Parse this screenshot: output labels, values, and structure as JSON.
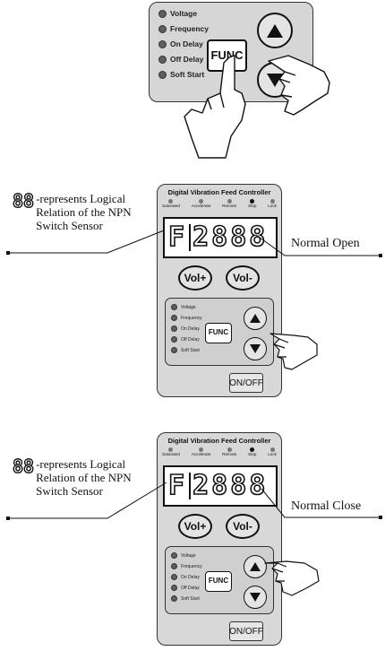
{
  "top_panel": {
    "indicators": [
      "Voltage",
      "Frequency",
      "On Delay",
      "Off Delay",
      "Soft Start"
    ],
    "func_label": "FUNC",
    "up_icon": "up-arrow-icon",
    "down_icon": "down-arrow-icon"
  },
  "controller": {
    "title": "Digital Vibration Feed Controller",
    "statuses": [
      "Saturated",
      "Accelerate",
      "Remote",
      "Stop",
      "Lock"
    ],
    "vol_plus": "Vol+",
    "vol_minus": "Vol-",
    "indicators": [
      "Voltage",
      "Frequency",
      "On Delay",
      "Off Delay",
      "Soft Start"
    ],
    "func_label": "FUNC",
    "onoff_label": "ON/OFF"
  },
  "section1": {
    "note_digits": "88",
    "note_text": "-represents Logical Relation of the NPN Switch Sensor",
    "display": [
      "F",
      "2",
      "8",
      "8",
      "8"
    ],
    "caption": "Normal Open"
  },
  "section2": {
    "note_digits": "88",
    "note_text": "-represents Logical Relation of the NPN Switch Sensor",
    "display": [
      "F",
      "2",
      "8",
      "8",
      "8"
    ],
    "caption": "Normal Close"
  }
}
